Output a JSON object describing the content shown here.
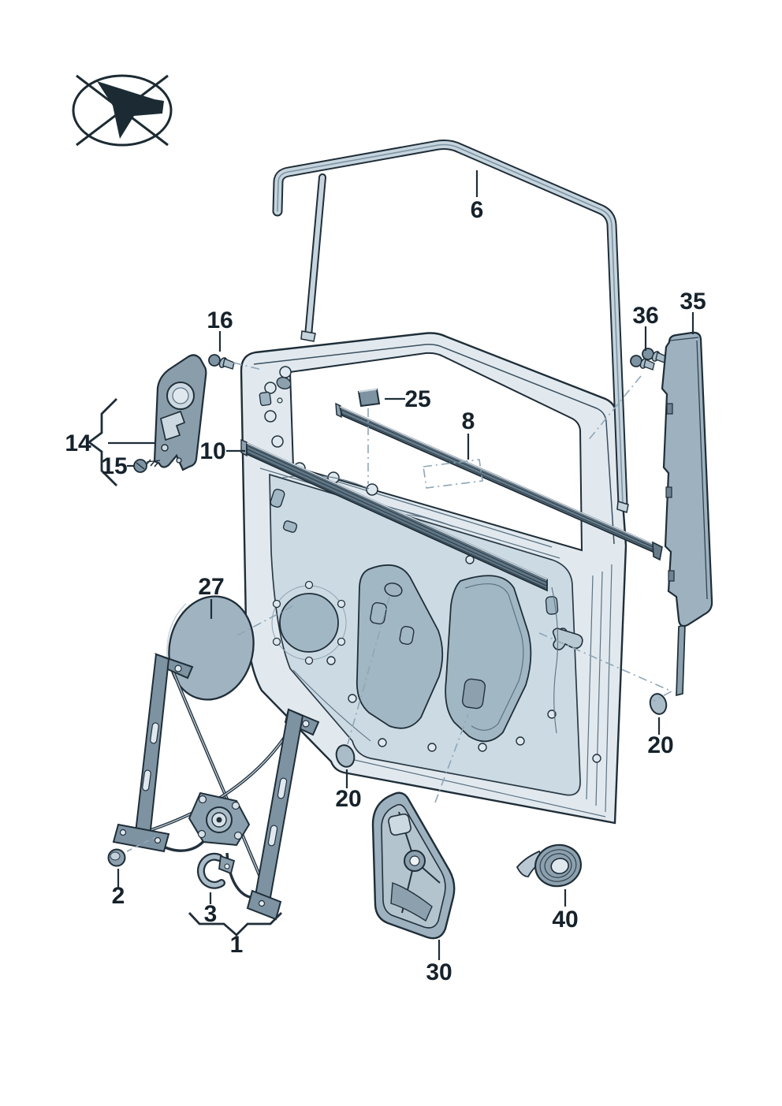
{
  "diagram_type": "exploded-parts-diagram",
  "subject": "front door window regulator, guide rails and seals",
  "labels": {
    "p1": "1",
    "p2": "2",
    "p3": "3",
    "p6": "6",
    "p8": "8",
    "p10": "10",
    "p14": "14",
    "p15": "15",
    "p16": "16",
    "p20_left": "20",
    "p20_right": "20",
    "p25": "25",
    "p27": "27",
    "p30": "30",
    "p35": "35",
    "p36": "36",
    "p40": "40"
  },
  "logo": {
    "icon": "crossed-out-arrow-logo-icon"
  },
  "colors": {
    "background": "#ffffff",
    "outline": "#1f2e38",
    "door_fill": "#e1e9ef",
    "inner_panel_fill": "#ccdae3",
    "opening_fill": "#a2b7c4",
    "part_fill_medium": "#9db1bf",
    "part_fill_dark": "#657b8a",
    "construction_line": "#8fa6b6",
    "label_color": "#16222b"
  }
}
